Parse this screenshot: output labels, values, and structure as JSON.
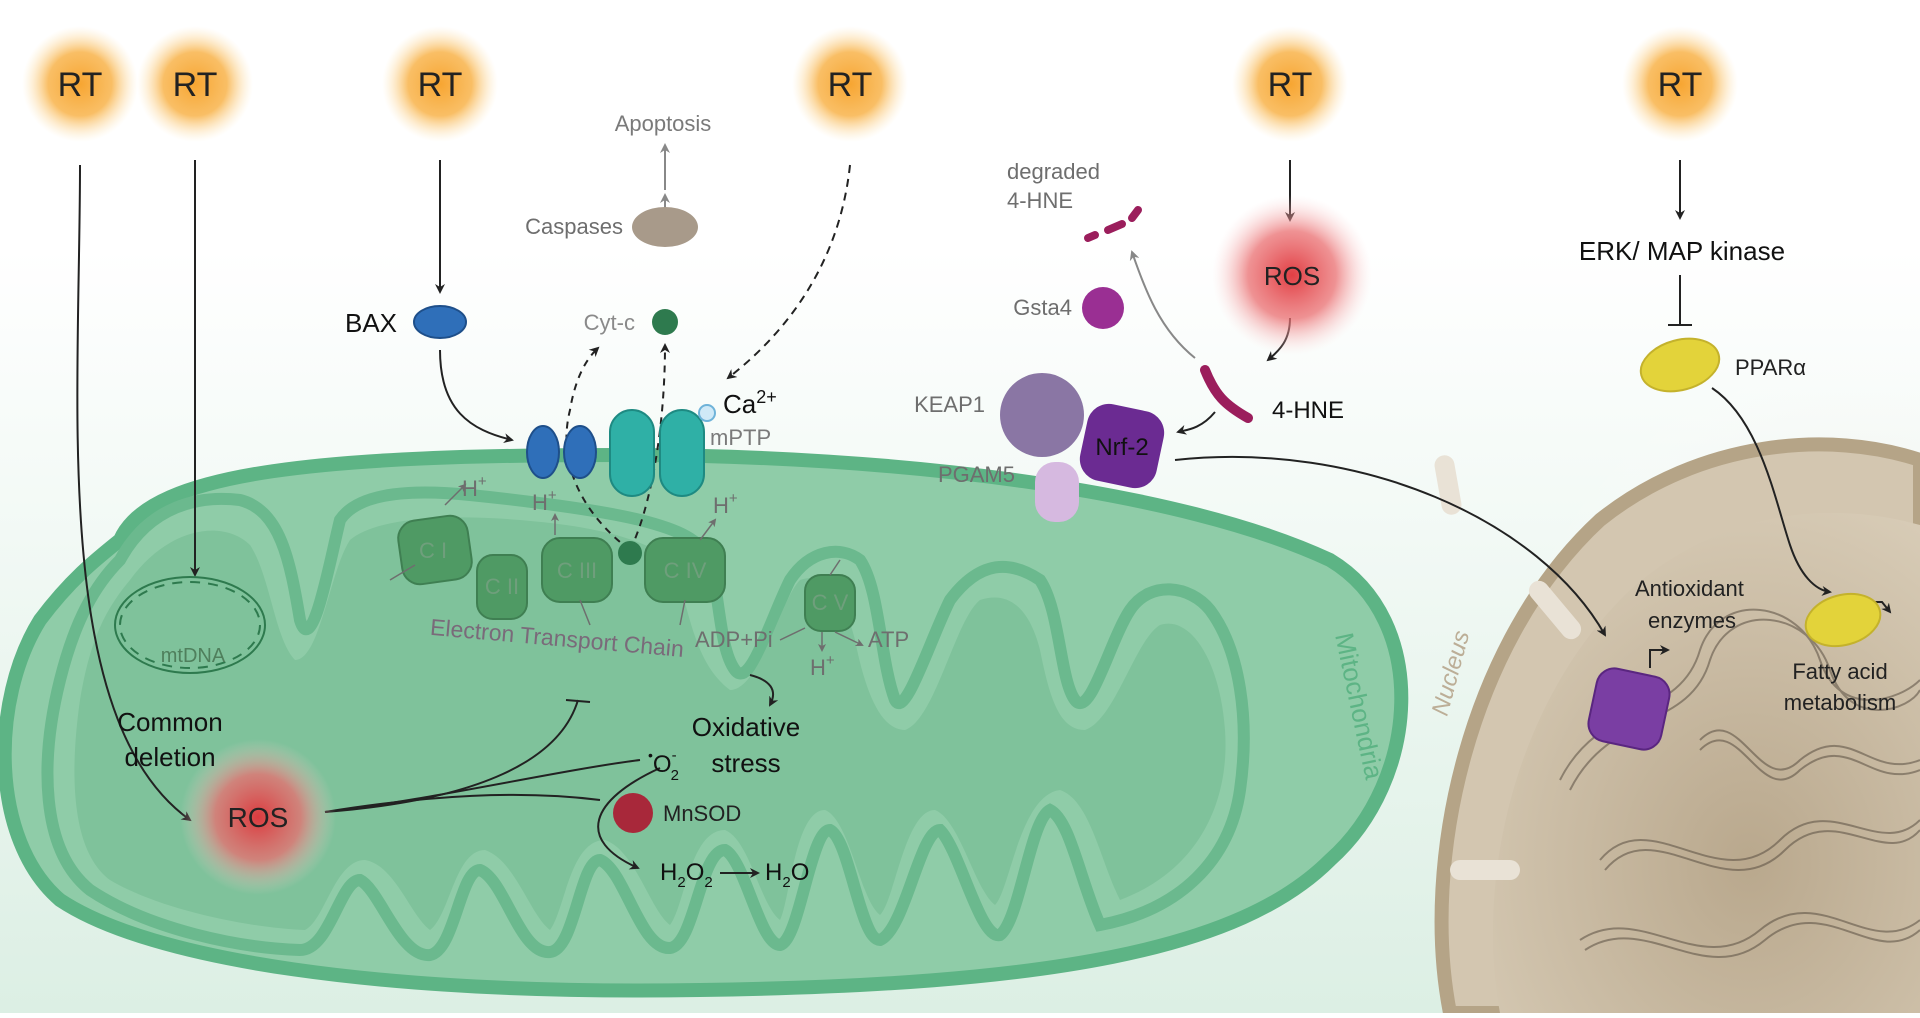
{
  "colors": {
    "rt_glow": "#f7a531",
    "ros_glow": "#e0343a",
    "mito_fill": "#7cc59a",
    "mito_edge": "#5db485",
    "nucleus_fill": "#c2b39b",
    "bax_blue": "#2f6fb9",
    "mptp_teal": "#2fb0a6",
    "complex_green": "#4f9a64",
    "keap1_purple": "#8a76a4",
    "nrf2_purple": "#6b2b92",
    "hne_magenta": "#9b1e5c",
    "gsta4_purple": "#9a2f93",
    "pparA_yellow": "#e3d33a",
    "mnsod_red": "#a8283a",
    "caspase_taupe": "#a89a8a",
    "cytc_green": "#2e7a4e"
  },
  "rt_sources": [
    "RT",
    "RT",
    "RT",
    "RT",
    "RT",
    "RT"
  ],
  "apoptosis": {
    "apoptosis": "Apoptosis",
    "caspases": "Caspases",
    "cyt_c": "Cyt-c",
    "bax": "BAX",
    "ca": "Ca",
    "ca_sup": "2+",
    "mptp": "mPTP"
  },
  "etc": {
    "complexes": [
      "C I",
      "C II",
      "C III",
      "C IV",
      "C V"
    ],
    "h_plus": "H",
    "h_sup": "+",
    "adp_pi": "ADP+Pi",
    "atp": "ATP",
    "chain_label": "Electron Transport Chain"
  },
  "mito": {
    "label": "Mitochondria",
    "mtdna": "mtDNA",
    "common_deletion": [
      "Common",
      "deletion"
    ],
    "ros": "ROS",
    "oxidative_stress": [
      "Oxidative",
      "stress"
    ],
    "superoxide": "O",
    "superoxide_sup": "-",
    "superoxide_sub": "2",
    "superoxide_dot": "•",
    "mnsod": "MnSOD",
    "h2o2": "H",
    "h2o2_sub1": "2",
    "h2o2_o": "O",
    "h2o2_sub2": "2",
    "h2o": "H",
    "h2o_sub": "2",
    "h2o_o": "O"
  },
  "nrf2_path": {
    "degraded": [
      "degraded",
      "4-HNE"
    ],
    "gsta4": "Gsta4",
    "ros": "ROS",
    "hne": "4-HNE",
    "keap1": "KEAP1",
    "nrf2": "Nrf-2",
    "pgam5": "PGAM5"
  },
  "ppar_path": {
    "erk": "ERK/ MAP kinase",
    "ppara": "PPARα"
  },
  "nucleus": {
    "label": "Nucleus",
    "antioxidant": [
      "Antioxidant",
      "enzymes"
    ],
    "fatty_acid": [
      "Fatty acid",
      "metabolism"
    ]
  }
}
